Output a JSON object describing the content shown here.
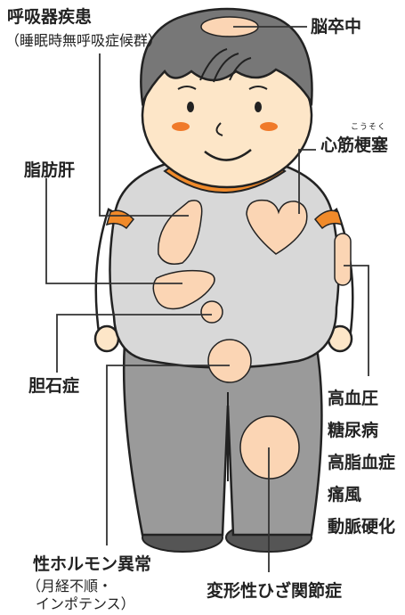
{
  "labels": {
    "respiratory": "呼吸器疾患",
    "respiratory_sub": "（睡眠時無呼吸症候群）",
    "stroke": "脳卒中",
    "mi_ruby": "こうそく",
    "mi": "心筋梗塞",
    "fatty_liver": "脂肪肝",
    "gallstone": "胆石症",
    "hypertension": "高血圧",
    "diabetes": "糖尿病",
    "hyperlipidemia": "高脂血症",
    "gout": "痛風",
    "arteriosclerosis": "動脈硬化",
    "hormone": "性ホルモン異常",
    "hormone_sub1": "（月経不順・",
    "hormone_sub2": "インポテンス）",
    "knee": "変形性ひざ関節症"
  },
  "colors": {
    "hair": "#777777",
    "skin": "#fde6c8",
    "shirt": "#d8d8d8",
    "collar": "#f08a2a",
    "pants": "#9a9a9a",
    "shoes": "#555555",
    "organ": "#fbd5b4",
    "cheek": "#f07a2a",
    "line": "#333333"
  }
}
